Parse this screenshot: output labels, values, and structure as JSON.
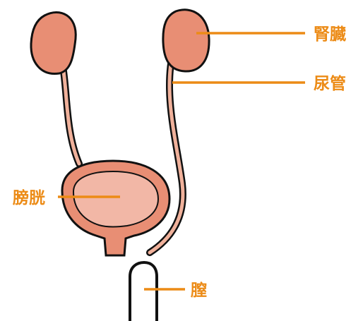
{
  "labels": {
    "kidney": "腎臓",
    "ureter": "尿管",
    "bladder": "膀胱",
    "vagina": "膣"
  },
  "colors": {
    "organ_fill": "#e88e74",
    "tube_fill": "#f0b19b",
    "bladder_inner": "#f2b7a6",
    "outline": "#111111",
    "label": "#ec8b16",
    "background": "#ffffff"
  }
}
